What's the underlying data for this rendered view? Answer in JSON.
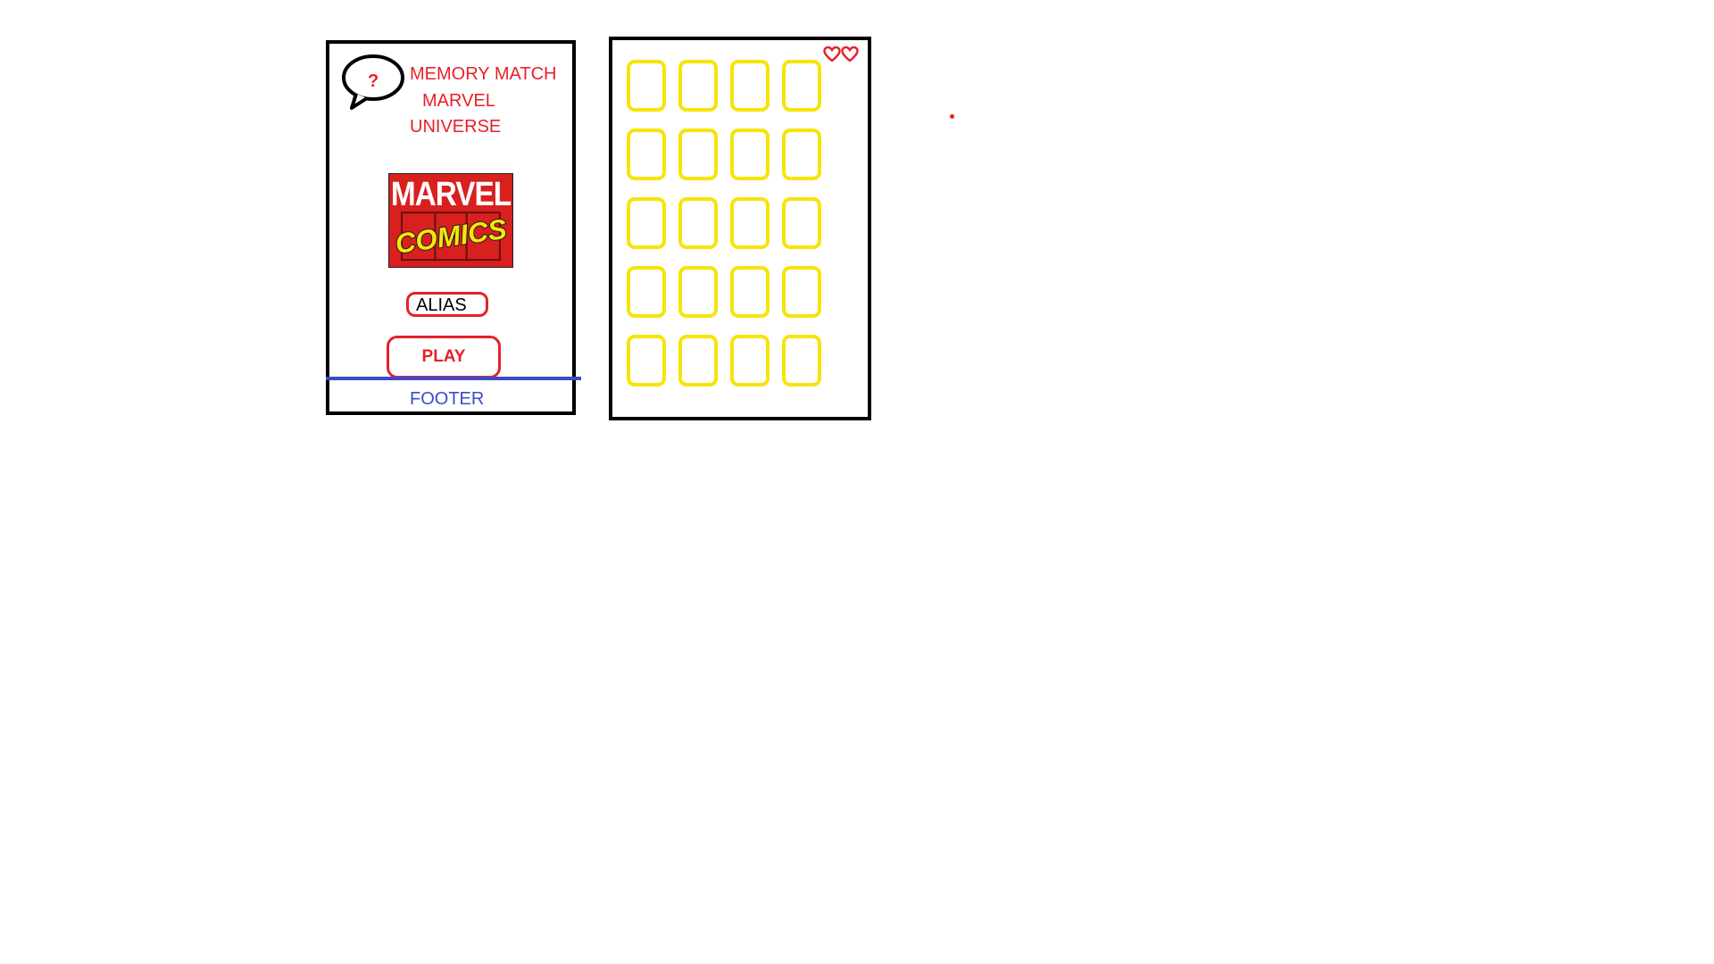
{
  "home_screen": {
    "title_lines": [
      "MEMORY MATCH",
      "MARVEL",
      "UNIVERSE"
    ],
    "help_icon_symbol": "?",
    "logo": {
      "top_text": "MARVEL",
      "bottom_text": "COMICS",
      "icon": "marvel-comics-logo"
    },
    "alias_field": {
      "value": "ALIAS",
      "placeholder": "ALIAS"
    },
    "play_button_label": "PLAY",
    "footer_label": "FOOTER"
  },
  "board_screen": {
    "lives": 2,
    "lives_icon": "heart-icon",
    "grid": {
      "rows": 5,
      "columns": 4
    }
  },
  "colors": {
    "accent_red": "#e8202a",
    "footer_blue": "#3a4cc9",
    "card_yellow": "#f7e40a",
    "frame_black": "#000000",
    "logo_red": "#d8201f"
  }
}
